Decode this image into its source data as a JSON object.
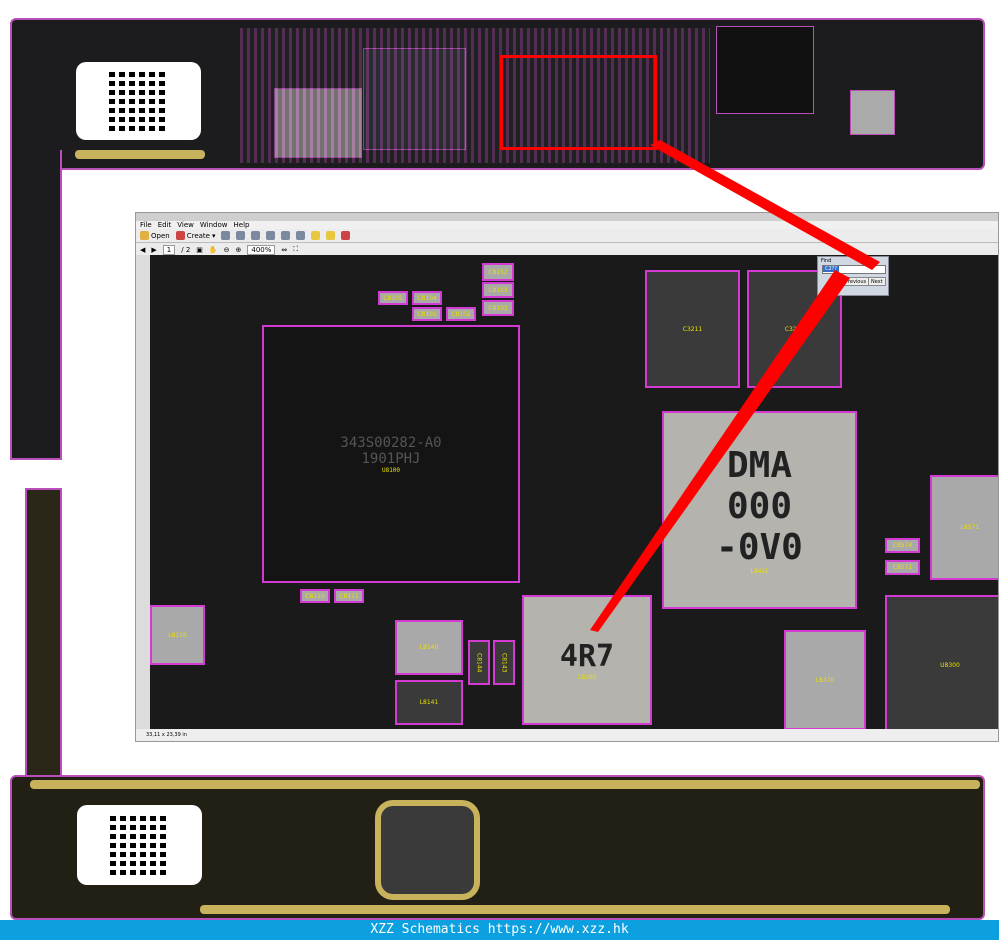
{
  "viewer": {
    "menu": [
      "File",
      "Edit",
      "View",
      "Window",
      "Help"
    ],
    "toolbar": {
      "open": "Open",
      "create": "Create",
      "page_current": "1",
      "page_total": "/ 2",
      "zoom": "400%"
    },
    "find": {
      "title": "Find",
      "query": "C2??",
      "previous": "Previous",
      "next": "Next"
    },
    "status": "33,11 x 23,39 in",
    "soc": {
      "line1": "343S00282-A0",
      "line2": "1901PHJ",
      "ref": "U8100"
    },
    "inductors": [
      {
        "text": "DMA\n000\n-0V0",
        "ref": "L8431"
      },
      {
        "text": "4R7",
        "ref": "L8390"
      }
    ],
    "parts": [
      "C8152",
      "C8153",
      "C8104",
      "C8105",
      "C8103",
      "C8101",
      "C8102",
      "C8110",
      "C8111",
      "L8110",
      "L8140",
      "L8141",
      "C8144",
      "C8143",
      "L8370",
      "U8300",
      "C8574",
      "C8571",
      "L8571",
      "C3211",
      "C3201"
    ]
  },
  "colors": {
    "outline": "#d33ad3",
    "arrow": "#ff0000",
    "footer": "#0ca0e0",
    "gold": "#c9b25c"
  },
  "footer": {
    "text": "XZZ Schematics https://www.xzz.hk"
  }
}
